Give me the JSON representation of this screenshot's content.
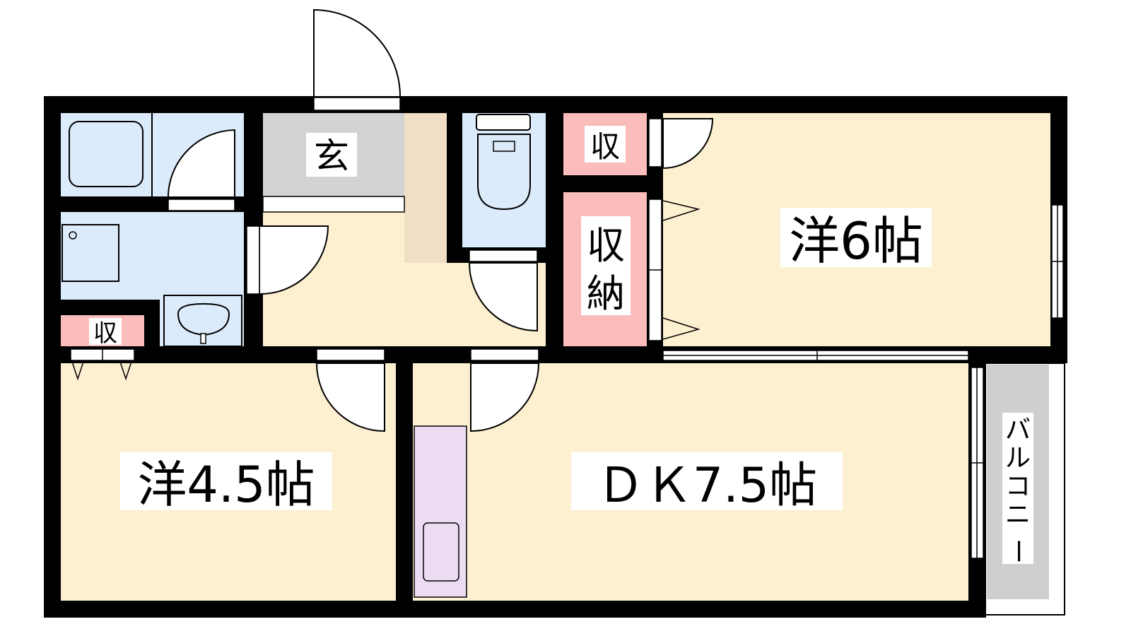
{
  "rooms": {
    "genkan": "玄",
    "storage_top": "収",
    "storage_mid_1": "収",
    "storage_mid_2": "納",
    "storage_left": "収",
    "western_6": "洋6帖",
    "western_45": "洋4.5帖",
    "dk": "ＤＫ7.5帖",
    "balcony": [
      "バ",
      "ル",
      "コ",
      "ニ",
      "ー"
    ]
  },
  "colors": {
    "wall": "#000000",
    "floor": "#fdf0d0",
    "wet": "#dcebfb",
    "entry": "#d3d3d3",
    "storage": "#fbbcbc",
    "shoebox": "#f0dfc5",
    "kitchen": "#ecdcf3",
    "balcony": "#cfcfcf"
  }
}
